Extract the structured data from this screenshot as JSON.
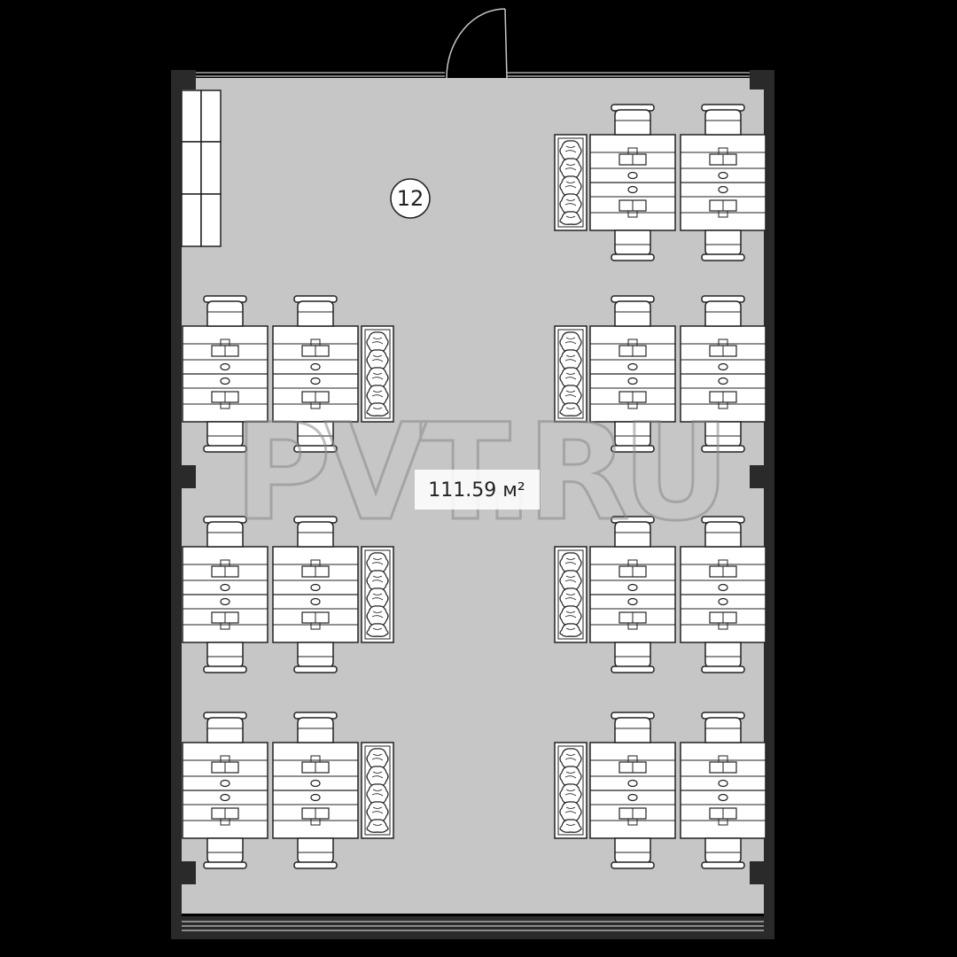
{
  "room": {
    "number": "12",
    "area": "111.59 м²"
  },
  "watermark": {
    "text": "PVT.RU"
  },
  "colors": {
    "background": "#000000",
    "floor": "#c6c6c6",
    "wall": "#2a2a2a",
    "furniture": "#ffffff",
    "line": "#222222"
  },
  "furniture": {
    "workstation_clusters": 7,
    "desks_per_cluster": 4,
    "storage_cabinet_units": 3
  }
}
